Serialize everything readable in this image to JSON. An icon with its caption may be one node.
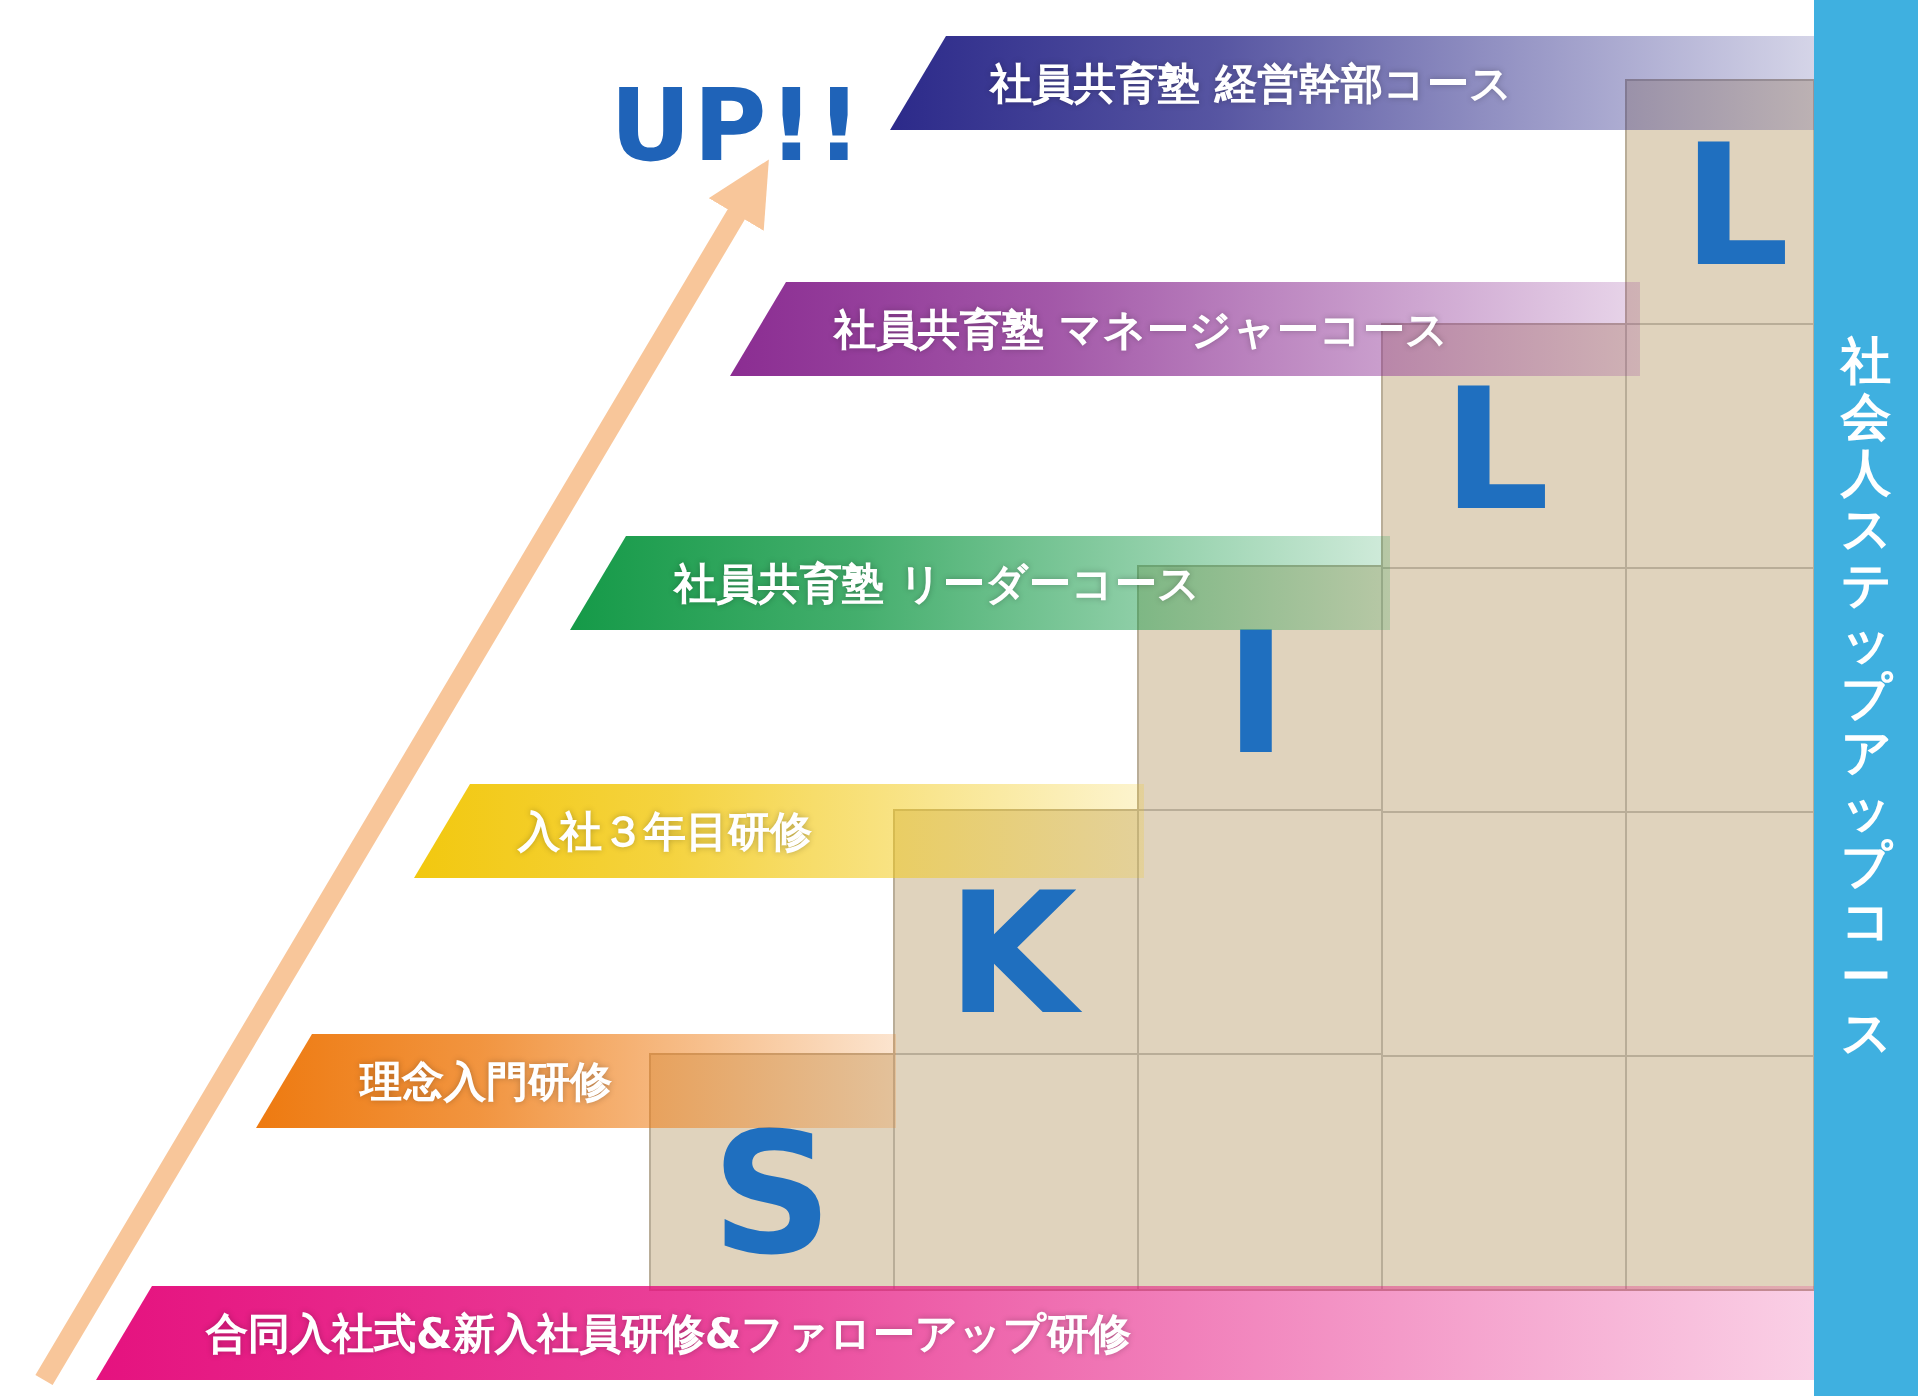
{
  "diagram": {
    "nodes": [
      {
        "text": [
          "社員共育塾 経営幹部コース"
        ]
      },
      {
        "text": [
          "UP!!"
        ]
      },
      {
        "text": [
          "社員共育塾 マネージャーコース"
        ]
      },
      {
        "text": [
          "社員共育塾 リーダーコース"
        ]
      },
      {
        "text": [
          "入社３年目研修"
        ]
      },
      {
        "text": [
          "理念入門研修"
        ]
      },
      {
        "text": [
          "合同入社式&新入社員研修&ファローアップ研修"
        ]
      },
      {
        "text": [
          "社会人ステップアップコース"
        ]
      }
    ],
    "edges": [
      {
        "from": null,
        "to": 1,
        "arrow": "to"
      }
    ],
    "labels": [
      "L",
      "L",
      "I",
      "K",
      "S"
    ]
  }
}
